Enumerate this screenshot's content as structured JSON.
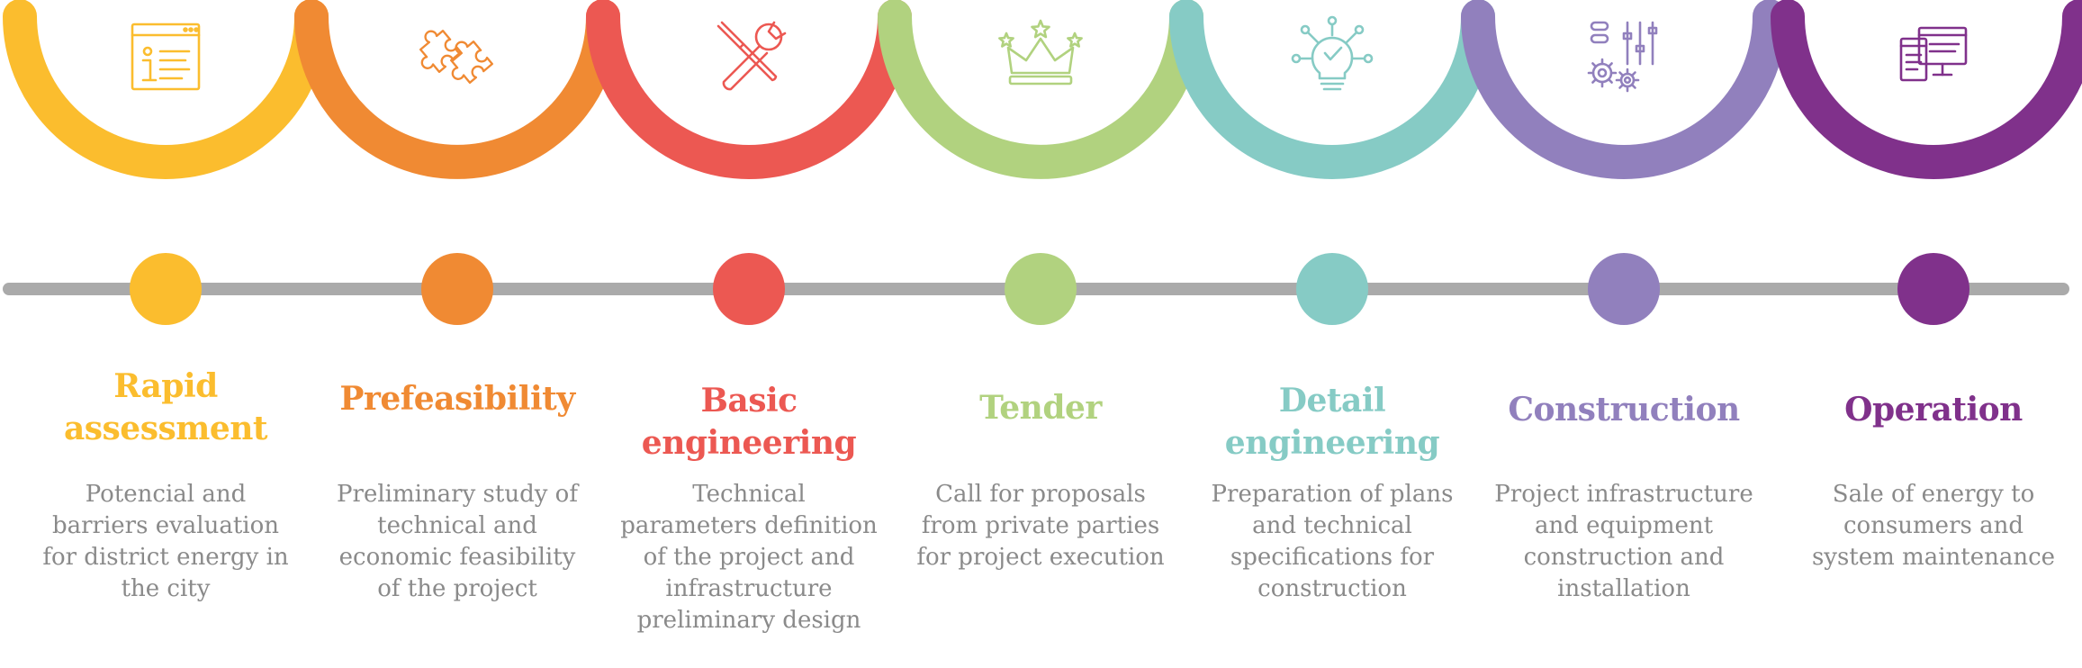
{
  "timeline": {
    "line_color": "#aaaaaa",
    "stages": [
      {
        "id": "rapid-assessment",
        "title": "Rapid\nassessment",
        "description": "Potencial and\nbarriers evaluation\nfor district energy in\nthe city",
        "color": "#fbbd2e",
        "icon": "info-browser-icon"
      },
      {
        "id": "prefeasibility",
        "title": "Prefeasibility",
        "description": "Preliminary study of\ntechnical and\neconomic feasibility\nof the project",
        "color": "#f08a33",
        "icon": "puzzle-icon"
      },
      {
        "id": "basic-engineering",
        "title": "Basic\nengineering",
        "description": "Technical\nparameters definition\nof the project and\ninfrastructure\npreliminary design",
        "color": "#ec5852",
        "icon": "wrench-screwdriver-icon"
      },
      {
        "id": "tender",
        "title": "Tender",
        "description": "Call for proposals\nfrom private parties\nfor project execution",
        "color": "#b1d27f",
        "icon": "crown-icon"
      },
      {
        "id": "detail-engineering",
        "title": "Detail\nengineering",
        "description": "Preparation of plans\nand technical\nspecifications for\nconstruction",
        "color": "#86cbc5",
        "icon": "lightbulb-network-icon"
      },
      {
        "id": "construction",
        "title": "Construction",
        "description": "Project infrastructure\nand equipment\nconstruction and\ninstallation",
        "color": "#9180bd",
        "icon": "gears-sliders-icon"
      },
      {
        "id": "operation",
        "title": "Operation",
        "description": "Sale of energy to\nconsumers and\nsystem maintenance",
        "color": "#80318b",
        "icon": "computer-screens-icon"
      }
    ]
  }
}
